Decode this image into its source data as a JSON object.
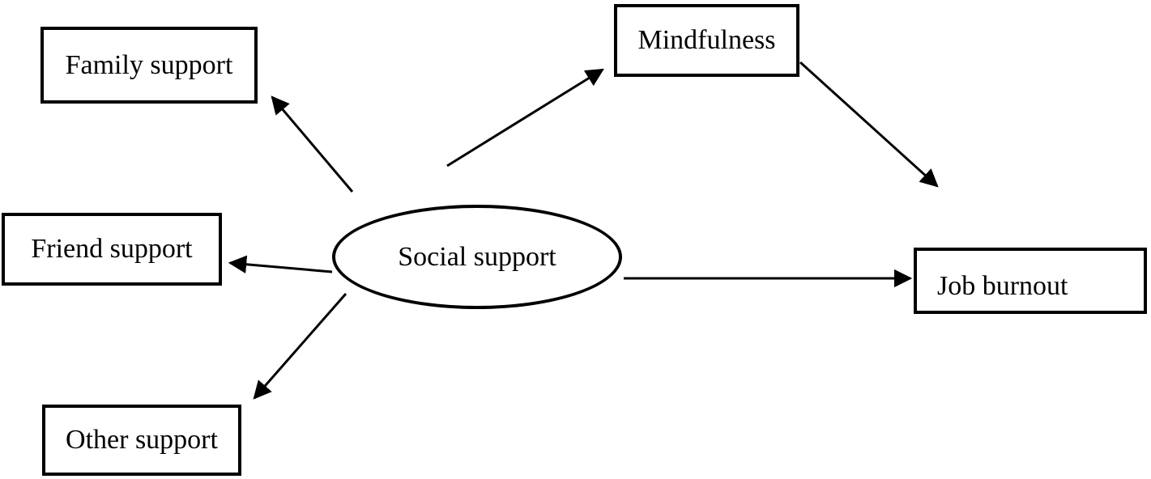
{
  "diagram": {
    "type": "path-model",
    "background_color": "#ffffff",
    "stroke_color": "#000000",
    "nodes": {
      "social": {
        "label": "Social support",
        "shape": "ellipse"
      },
      "family": {
        "label": "Family support",
        "shape": "rectangle"
      },
      "friend": {
        "label": "Friend support",
        "shape": "rectangle"
      },
      "other": {
        "label": "Other support",
        "shape": "rectangle"
      },
      "mindfulness": {
        "label": "Mindfulness",
        "shape": "rectangle"
      },
      "job": {
        "label": "Job burnout",
        "shape": "rectangle"
      }
    },
    "edges": [
      {
        "from": "social",
        "to": "family",
        "style": "arrow"
      },
      {
        "from": "social",
        "to": "friend",
        "style": "arrow"
      },
      {
        "from": "social",
        "to": "other",
        "style": "arrow"
      },
      {
        "from": "social",
        "to": "mindfulness",
        "style": "arrow"
      },
      {
        "from": "social",
        "to": "job",
        "style": "arrow"
      },
      {
        "from": "mindfulness",
        "to": "job",
        "style": "arrow"
      }
    ]
  }
}
